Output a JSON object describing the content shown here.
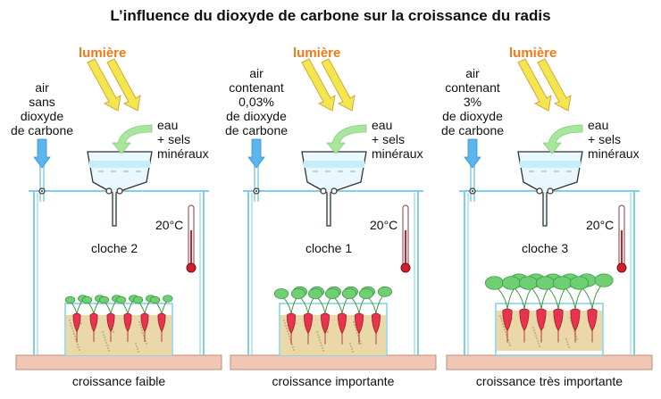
{
  "title": "L’influence du dioxyde de carbone sur la croissance du radis",
  "colors": {
    "orange": "#f07a1a",
    "glass": "#7fd0e6",
    "arrow_yellow": "#f4e64f",
    "water_arrow": "#a7e79b",
    "soil": "#ead8a8",
    "ground": "#efc7b4",
    "leaf": "#6fcf73",
    "radish": "#e8354f"
  },
  "panels": [
    {
      "light_label": "lumière",
      "air_lines": [
        "air",
        "sans",
        "dioxyde",
        "de carbone"
      ],
      "water_lines": [
        "eau",
        "+ sels",
        "minéraux"
      ],
      "temperature": "20°C",
      "bell_label": "cloche 2",
      "caption": "croissance faible",
      "growth_level": "faible"
    },
    {
      "light_label": "lumière",
      "air_lines": [
        "air",
        "contenant",
        "0,03%",
        "de dioxyde",
        "de carbone"
      ],
      "water_lines": [
        "eau",
        "+ sels",
        "minéraux"
      ],
      "temperature": "20°C",
      "bell_label": "cloche 1",
      "caption": "croissance importante",
      "growth_level": "importante"
    },
    {
      "light_label": "lumière",
      "air_lines": [
        "air",
        "contenant",
        "3%",
        "de dioxyde",
        "de carbone"
      ],
      "water_lines": [
        "eau",
        "+ sels",
        "minéraux"
      ],
      "temperature": "20°C",
      "bell_label": "cloche 3",
      "caption": "croissance très importante",
      "growth_level": "très importante"
    }
  ]
}
